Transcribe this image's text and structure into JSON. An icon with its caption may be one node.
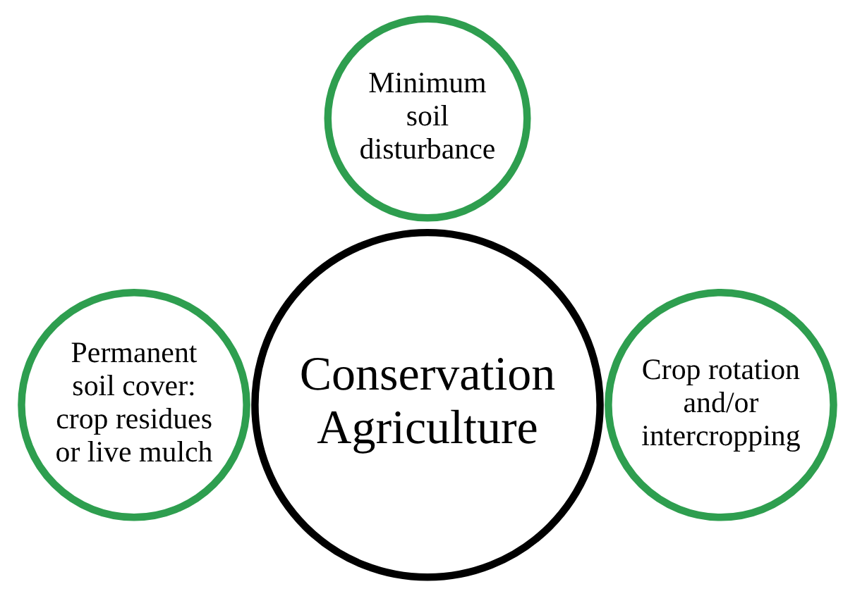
{
  "diagram": {
    "nodes": [
      {
        "text": [
          "Conservation Agriculture"
        ]
      },
      {
        "text": [
          "Minimum soil disturbance"
        ]
      },
      {
        "text": [
          "Permanent soil cover: crop residues or live mulch"
        ]
      },
      {
        "text": [
          "Crop rotation and/or intercropping"
        ]
      }
    ]
  }
}
